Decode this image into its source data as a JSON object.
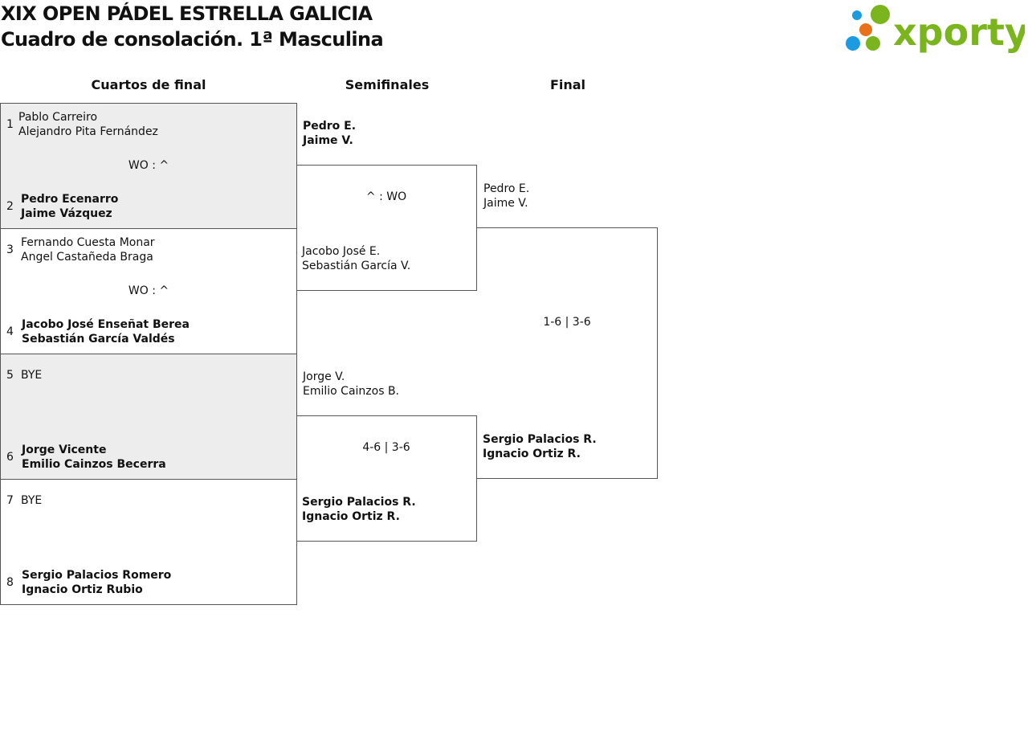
{
  "header": {
    "title": "XIX OPEN PÁDEL ESTRELLA GALICIA",
    "subtitle": "Cuadro de consolación. 1ª Masculina",
    "logo_text": "xporty"
  },
  "colors": {
    "logo_green": "#7ab51d",
    "logo_blue": "#1d9be0",
    "logo_orange": "#e8711a",
    "shaded": "#ededed"
  },
  "rounds": {
    "quarterfinals": "Cuartos de final",
    "semifinals": "Semifinales",
    "final": "Final"
  },
  "quarterfinals": [
    {
      "score": "WO : ^",
      "team_a": {
        "seed": "1",
        "p1": "Pablo Carreiro",
        "p2": "Alejandro Pita Fernández"
      },
      "team_b": {
        "seed": "2",
        "p1": "Pedro Ecenarro",
        "p2": "Jaime Vázquez"
      }
    },
    {
      "score": "WO : ^",
      "team_a": {
        "seed": "3",
        "p1": "Fernando Cuesta Monar",
        "p2": "Angel Castañeda Braga"
      },
      "team_b": {
        "seed": "4",
        "p1": "Jacobo José Enseñat Berea",
        "p2": "Sebastián García Valdés"
      }
    },
    {
      "score": "",
      "team_a": {
        "seed": "5",
        "p1": "BYE",
        "p2": ""
      },
      "team_b": {
        "seed": "6",
        "p1": "Jorge Vicente",
        "p2": "Emilio Cainzos Becerra"
      }
    },
    {
      "score": "",
      "team_a": {
        "seed": "7",
        "p1": "BYE",
        "p2": ""
      },
      "team_b": {
        "seed": "8",
        "p1": "Sergio Palacios Romero",
        "p2": "Ignacio Ortiz Rubio"
      }
    }
  ],
  "semifinals": [
    {
      "score": "^ : WO",
      "team_a": {
        "p1": "Pedro E.",
        "p2": "Jaime V."
      },
      "team_b": {
        "p1": "Jacobo José E.",
        "p2": "Sebastián García V."
      }
    },
    {
      "score": "4-6 | 3-6",
      "team_a": {
        "p1": "Jorge V.",
        "p2": "Emilio Cainzos B."
      },
      "team_b": {
        "p1": "Sergio Palacios R.",
        "p2": "Ignacio Ortiz R."
      }
    }
  ],
  "final": {
    "score": "1-6 | 3-6",
    "team_a": {
      "p1": "Pedro E.",
      "p2": "Jaime V."
    },
    "team_b": {
      "p1": "Sergio Palacios R.",
      "p2": "Ignacio Ortiz R."
    }
  }
}
